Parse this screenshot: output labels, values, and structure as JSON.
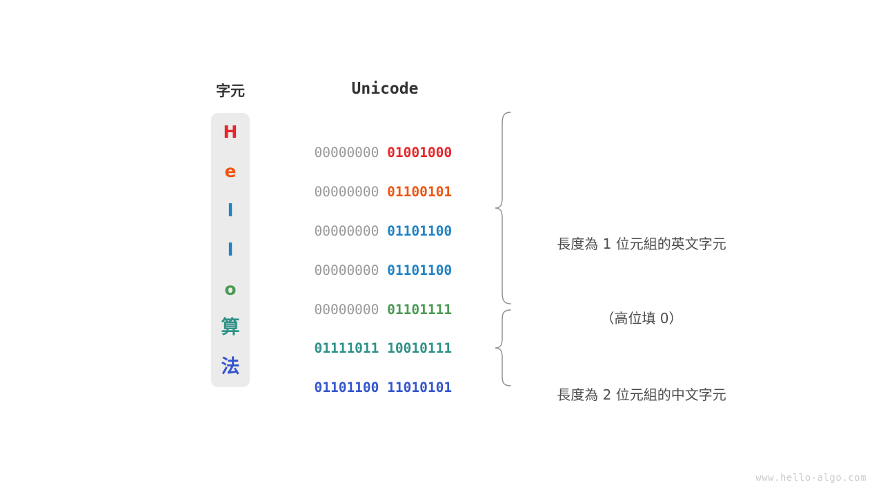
{
  "table": {
    "headers": {
      "character": "字元",
      "unicode": "Unicode"
    },
    "rows": [
      {
        "char": "H",
        "color": "#e8252a",
        "high_byte": "00000000",
        "low_byte": "01001000",
        "high_is_padding": true,
        "bytes": 1
      },
      {
        "char": "e",
        "color": "#ee5511",
        "high_byte": "00000000",
        "low_byte": "01100101",
        "high_is_padding": true,
        "bytes": 1
      },
      {
        "char": "l",
        "color": "#1f83c4",
        "high_byte": "00000000",
        "low_byte": "01101100",
        "high_is_padding": true,
        "bytes": 1
      },
      {
        "char": "l",
        "color": "#1f83c4",
        "high_byte": "00000000",
        "low_byte": "01101100",
        "high_is_padding": true,
        "bytes": 1
      },
      {
        "char": "o",
        "color": "#4a9a52",
        "high_byte": "00000000",
        "low_byte": "01101111",
        "high_is_padding": true,
        "bytes": 1
      },
      {
        "char": "算",
        "color": "#2e9187",
        "high_byte": "01111011",
        "low_byte": "10010111",
        "high_is_padding": false,
        "bytes": 2
      },
      {
        "char": "法",
        "color": "#3355cc",
        "high_byte": "01101100",
        "low_byte": "11010101",
        "high_is_padding": false,
        "bytes": 2
      }
    ]
  },
  "annotations": [
    {
      "line1": "長度為 1 位元組的英文字元",
      "line2": "（高位填 0）"
    },
    {
      "line1": "長度為 2 位元組的中文字元",
      "line2": ""
    }
  ],
  "watermark": "www.hello-algo.com",
  "colors": {
    "padding_gray": "#999999",
    "panel_bg": "#ebebeb",
    "header_text": "#333333",
    "annotation_text": "#4d4d4d",
    "brace_stroke": "#8c8c8c",
    "watermark_text": "#cccccc",
    "page_bg": "#ffffff"
  }
}
